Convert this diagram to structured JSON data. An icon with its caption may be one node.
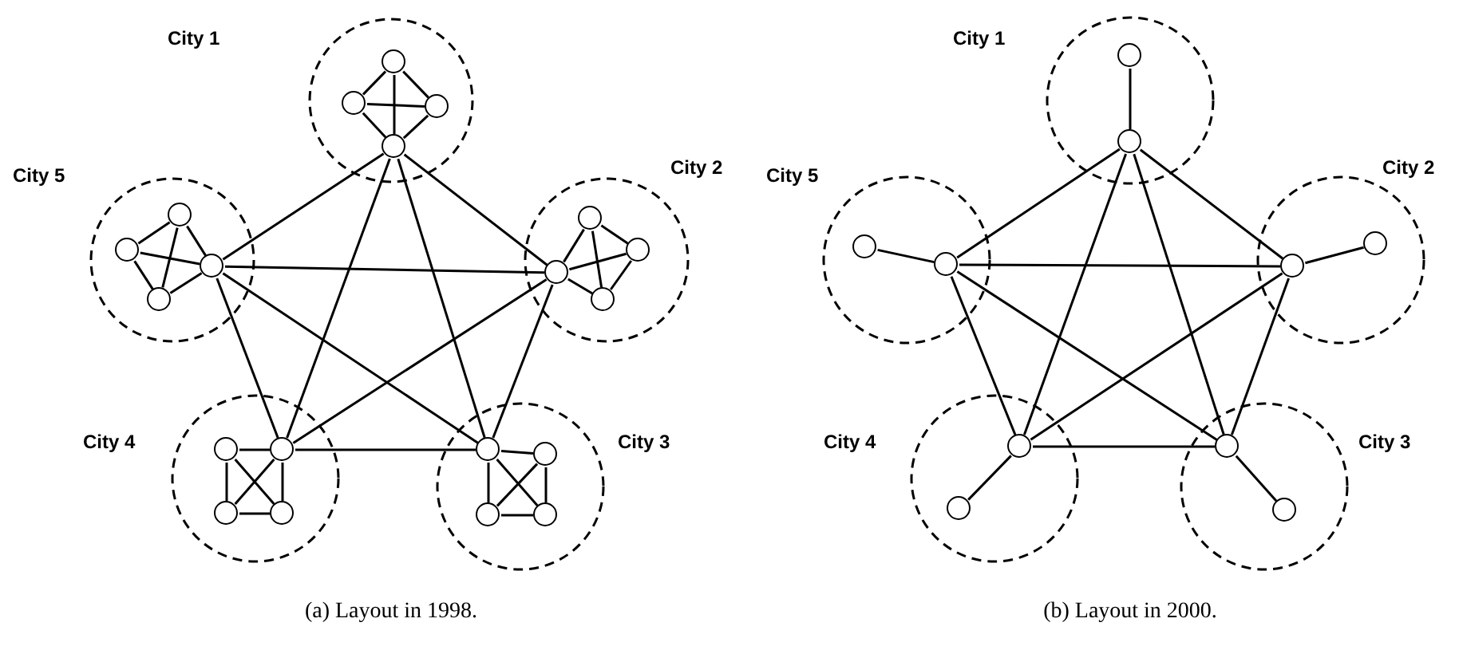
{
  "diagram": {
    "nodes": [
      {
        "text": [
          "City 1"
        ]
      },
      {
        "text": [],
        "shape": "circle",
        "in": 0
      },
      {
        "text": [],
        "shape": "circle",
        "in": 0
      },
      {
        "text": [],
        "shape": "circle",
        "in": 0
      },
      {
        "text": [],
        "shape": "circle",
        "in": 0
      },
      {
        "text": [
          "City 5"
        ]
      },
      {
        "text": [],
        "shape": "circle",
        "in": 5
      },
      {
        "text": [],
        "shape": "circle",
        "in": 5
      },
      {
        "text": [],
        "shape": "circle",
        "in": 5
      },
      {
        "text": [],
        "shape": "circle",
        "in": 5
      },
      {
        "text": [
          "City 2"
        ]
      },
      {
        "text": [],
        "shape": "circle",
        "in": 10
      },
      {
        "text": [],
        "shape": "circle",
        "in": 10
      },
      {
        "text": [],
        "shape": "circle",
        "in": 10
      },
      {
        "text": [],
        "shape": "circle",
        "in": 10
      },
      {
        "text": [
          "City 4"
        ]
      },
      {
        "text": [],
        "shape": "circle",
        "in": 15
      },
      {
        "text": [],
        "shape": "circle",
        "in": 15
      },
      {
        "text": [],
        "shape": "circle",
        "in": 15
      },
      {
        "text": [],
        "shape": "circle",
        "in": 15
      },
      {
        "text": [
          "City 3"
        ]
      },
      {
        "text": [],
        "shape": "circle",
        "in": 20
      },
      {
        "text": [],
        "shape": "circle",
        "in": 20
      },
      {
        "text": [],
        "shape": "circle",
        "in": 20
      },
      {
        "text": [],
        "shape": "circle",
        "in": 20
      },
      {
        "text": [
          "City 1"
        ]
      },
      {
        "text": [],
        "shape": "circle",
        "in": 25
      },
      {
        "text": [],
        "shape": "circle",
        "in": 25
      },
      {
        "text": [
          "City 5"
        ]
      },
      {
        "text": [],
        "shape": "circle",
        "in": 28
      },
      {
        "text": [],
        "shape": "circle",
        "in": 28
      },
      {
        "text": [
          "City 2"
        ]
      },
      {
        "text": [],
        "shape": "circle",
        "in": 31
      },
      {
        "text": [],
        "shape": "circle",
        "in": 31
      },
      {
        "text": [
          "City 4"
        ]
      },
      {
        "text": [],
        "shape": "circle",
        "in": 34
      },
      {
        "text": [],
        "shape": "circle",
        "in": 34
      },
      {
        "text": [
          "City 3"
        ]
      },
      {
        "text": [],
        "shape": "circle",
        "in": 37
      },
      {
        "text": [],
        "shape": "circle",
        "in": 37
      }
    ],
    "edges": [
      {
        "from": 1,
        "to": 2,
        "arrow": "none"
      },
      {
        "from": 1,
        "to": 3,
        "arrow": "none"
      },
      {
        "from": 1,
        "to": 4,
        "arrow": "none"
      },
      {
        "from": 2,
        "to": 3,
        "arrow": "none"
      },
      {
        "from": 2,
        "to": 4,
        "arrow": "none"
      },
      {
        "from": 3,
        "to": 4,
        "arrow": "none"
      },
      {
        "from": 6,
        "to": 7,
        "arrow": "none"
      },
      {
        "from": 6,
        "to": 8,
        "arrow": "none"
      },
      {
        "from": 6,
        "to": 9,
        "arrow": "none"
      },
      {
        "from": 7,
        "to": 8,
        "arrow": "none"
      },
      {
        "from": 7,
        "to": 9,
        "arrow": "none"
      },
      {
        "from": 8,
        "to": 9,
        "arrow": "none"
      },
      {
        "from": 11,
        "to": 12,
        "arrow": "none"
      },
      {
        "from": 11,
        "to": 13,
        "arrow": "none"
      },
      {
        "from": 11,
        "to": 14,
        "arrow": "none"
      },
      {
        "from": 12,
        "to": 13,
        "arrow": "none"
      },
      {
        "from": 12,
        "to": 14,
        "arrow": "none"
      },
      {
        "from": 13,
        "to": 14,
        "arrow": "none"
      },
      {
        "from": 16,
        "to": 17,
        "arrow": "none"
      },
      {
        "from": 16,
        "to": 18,
        "arrow": "none"
      },
      {
        "from": 16,
        "to": 19,
        "arrow": "none"
      },
      {
        "from": 17,
        "to": 18,
        "arrow": "none"
      },
      {
        "from": 17,
        "to": 19,
        "arrow": "none"
      },
      {
        "from": 18,
        "to": 19,
        "arrow": "none"
      },
      {
        "from": 21,
        "to": 22,
        "arrow": "none"
      },
      {
        "from": 21,
        "to": 23,
        "arrow": "none"
      },
      {
        "from": 21,
        "to": 24,
        "arrow": "none"
      },
      {
        "from": 22,
        "to": 23,
        "arrow": "none"
      },
      {
        "from": 22,
        "to": 24,
        "arrow": "none"
      },
      {
        "from": 23,
        "to": 24,
        "arrow": "none"
      },
      {
        "from": 4,
        "to": 8,
        "arrow": "none"
      },
      {
        "from": 4,
        "to": 12,
        "arrow": "none"
      },
      {
        "from": 4,
        "to": 17,
        "arrow": "none"
      },
      {
        "from": 4,
        "to": 21,
        "arrow": "none"
      },
      {
        "from": 8,
        "to": 12,
        "arrow": "none"
      },
      {
        "from": 8,
        "to": 17,
        "arrow": "none"
      },
      {
        "from": 8,
        "to": 21,
        "arrow": "none"
      },
      {
        "from": 12,
        "to": 17,
        "arrow": "none"
      },
      {
        "from": 12,
        "to": 21,
        "arrow": "none"
      },
      {
        "from": 17,
        "to": 21,
        "arrow": "none"
      },
      {
        "from": 26,
        "to": 27,
        "arrow": "none"
      },
      {
        "from": 29,
        "to": 30,
        "arrow": "none"
      },
      {
        "from": 32,
        "to": 33,
        "arrow": "none"
      },
      {
        "from": 35,
        "to": 36,
        "arrow": "none"
      },
      {
        "from": 38,
        "to": 39,
        "arrow": "none"
      },
      {
        "from": 27,
        "to": 30,
        "arrow": "none"
      },
      {
        "from": 27,
        "to": 32,
        "arrow": "none"
      },
      {
        "from": 27,
        "to": 35,
        "arrow": "none"
      },
      {
        "from": 27,
        "to": 38,
        "arrow": "none"
      },
      {
        "from": 30,
        "to": 32,
        "arrow": "none"
      },
      {
        "from": 30,
        "to": 35,
        "arrow": "none"
      },
      {
        "from": 30,
        "to": 38,
        "arrow": "none"
      },
      {
        "from": 32,
        "to": 35,
        "arrow": "none"
      },
      {
        "from": 32,
        "to": 38,
        "arrow": "none"
      },
      {
        "from": 35,
        "to": 38,
        "arrow": "none"
      }
    ],
    "labels": [
      "(a) Layout in 1998.",
      "(b) Layout in 2000."
    ]
  }
}
